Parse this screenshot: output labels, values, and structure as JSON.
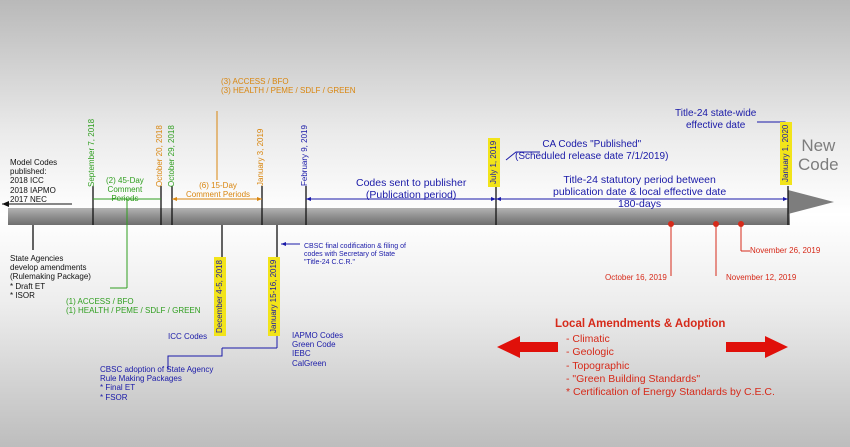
{
  "model_codes": {
    "lines": [
      "Model Codes",
      "published:",
      "2018 ICC",
      "2018 IAPMO",
      "2017 NEC"
    ]
  },
  "state_agencies": {
    "lines": [
      "State Agencies",
      "develop amendments",
      "(Rulemaking Package)",
      "* Draft ET",
      "* ISOR"
    ]
  },
  "new_code": {
    "line1": "New",
    "line2": "Code"
  },
  "dates": {
    "sep7": "September 7, 2018",
    "oct20": "October 20, 2018",
    "oct29": "October 29, 2018",
    "jan3": "January 3, 2019",
    "feb9": "February 9, 2019",
    "jul1": "July 1, 2019",
    "jan1_2020": "January 1, 2020",
    "dec45": "December 4-5, 2018",
    "jan1516": "January 15-16, 2019"
  },
  "periods": {
    "comment45": [
      "(2) 45-Day",
      "Comment",
      "Periods"
    ],
    "comment15": [
      "(6) 15-Day",
      "Comment Periods"
    ],
    "publication": [
      "Codes sent to publisher",
      "(Publication period)"
    ],
    "statutory": [
      "Title-24 statutory period between",
      "publication date & local effective date",
      "180-days"
    ]
  },
  "access_top": {
    "line1": "(3)  ACCESS / BFO",
    "line2": "(3)  HEALTH / PEME / SDLF / GREEN"
  },
  "access_bottom": {
    "line1": "(1)  ACCESS / BFO",
    "line2": "(1)  HEALTH / PEME / SDLF / GREEN"
  },
  "ca_published": {
    "line1": "CA Codes \"Published\"",
    "line2": "(Scheduled release date 7/1/2019)"
  },
  "statewide": {
    "line1": "Title-24 state-wide",
    "line2": "effective date"
  },
  "cbsc_final": {
    "lines": [
      "CBSC final codification & filing of",
      "codes with Secretary of State",
      "\"Title-24 C.C.R.\""
    ]
  },
  "icc_codes": "ICC Codes",
  "iapmo": {
    "lines": [
      "IAPMO Codes",
      "Green Code",
      "IEBC",
      "CalGreen"
    ]
  },
  "cbsc_adoption": {
    "lines": [
      "CBSC adoption of State Agency",
      "Rule Making Packages",
      "* Final ET",
      "* FSOR"
    ]
  },
  "local_dates": {
    "oct16": "October 16, 2019",
    "nov12": "November 12, 2019",
    "nov26": "November 26, 2019"
  },
  "local_amendments": {
    "title": "Local Amendments & Adoption",
    "items": [
      "- Climatic",
      "- Geologic",
      "- Topographic",
      "- \"Green Building Standards\"",
      "* Certification of Energy Standards by C.E.C."
    ]
  },
  "colors": {
    "black": "#111111",
    "blue": "#1a1aa8",
    "green": "#2f9e1f",
    "orange": "#d9860f",
    "red": "#d62a1a",
    "highlight": "#f2e41a",
    "bar": "#8e8e8e"
  }
}
